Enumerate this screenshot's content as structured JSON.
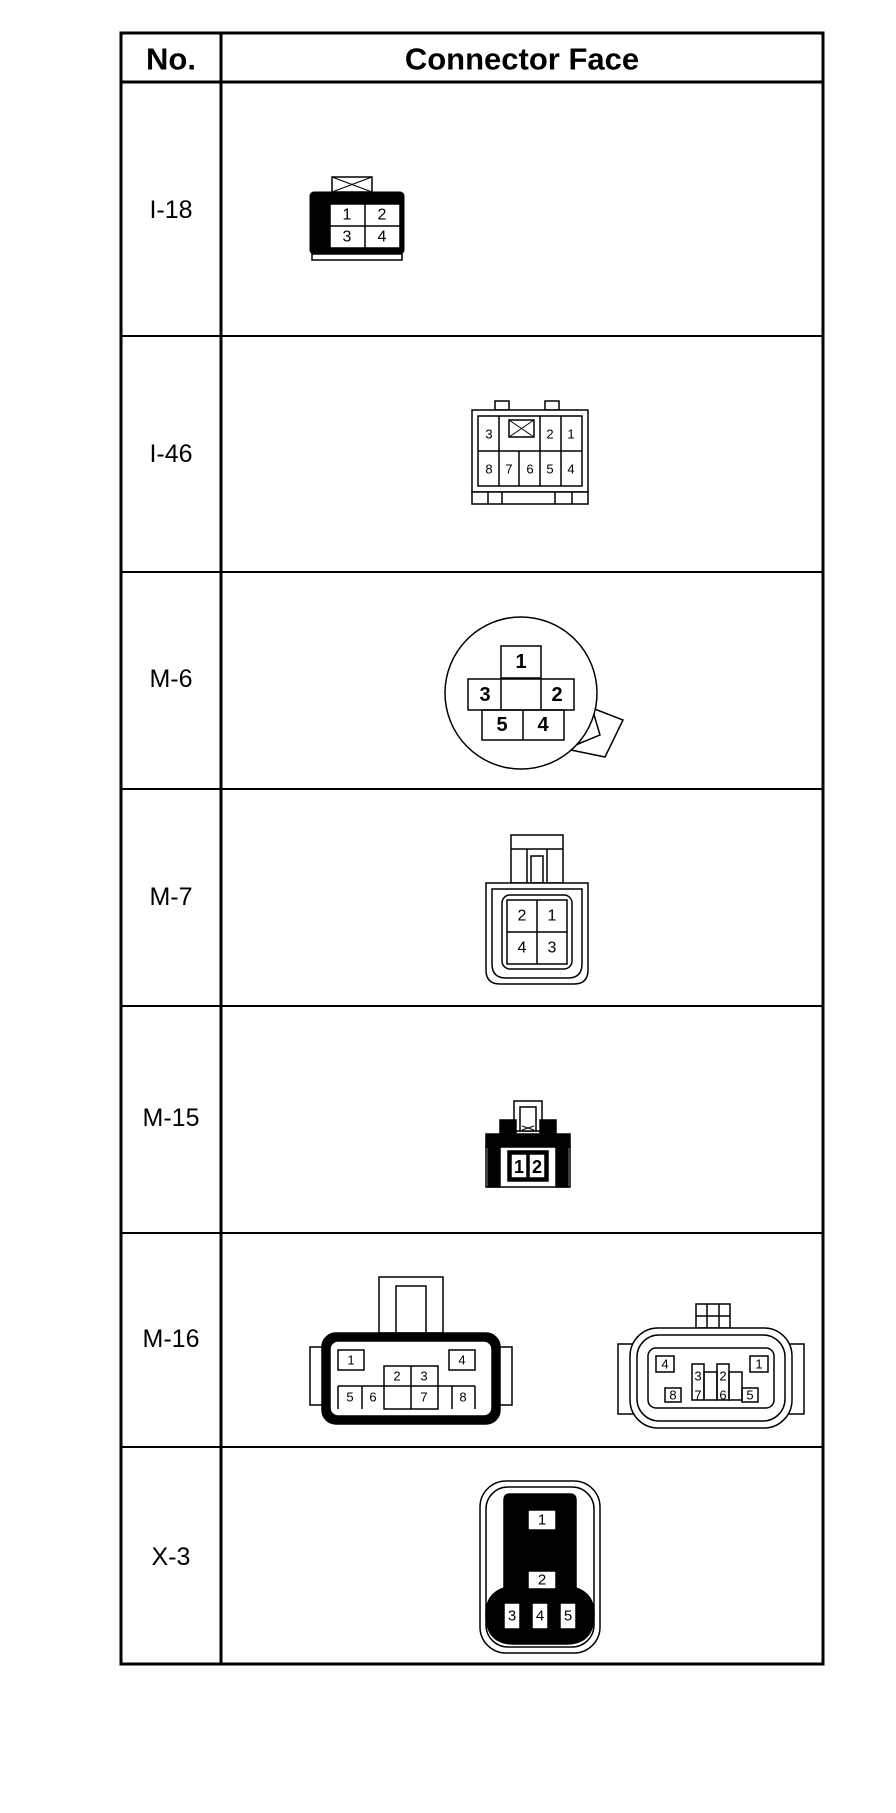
{
  "table": {
    "header": {
      "no": "No.",
      "connector_face": "Connector Face"
    },
    "rows": [
      {
        "no": "I-18",
        "pins": [
          "1",
          "2",
          "3",
          "4"
        ]
      },
      {
        "no": "I-46",
        "pins": [
          "3",
          "2",
          "1",
          "8",
          "7",
          "6",
          "5",
          "4"
        ]
      },
      {
        "no": "M-6",
        "pins": [
          "1",
          "3",
          "2",
          "5",
          "4"
        ]
      },
      {
        "no": "M-7",
        "pins": [
          "2",
          "1",
          "4",
          "3"
        ]
      },
      {
        "no": "M-15",
        "pins": [
          "1",
          "2"
        ]
      },
      {
        "no": "M-16",
        "left_pins": [
          "1",
          "4",
          "2",
          "3",
          "5",
          "6",
          "7",
          "8"
        ],
        "right_pins": [
          "4",
          "1",
          "3",
          "2",
          "8",
          "7",
          "6",
          "5"
        ]
      },
      {
        "no": "X-3",
        "pins": [
          "1",
          "2",
          "3",
          "4",
          "5"
        ]
      }
    ]
  }
}
